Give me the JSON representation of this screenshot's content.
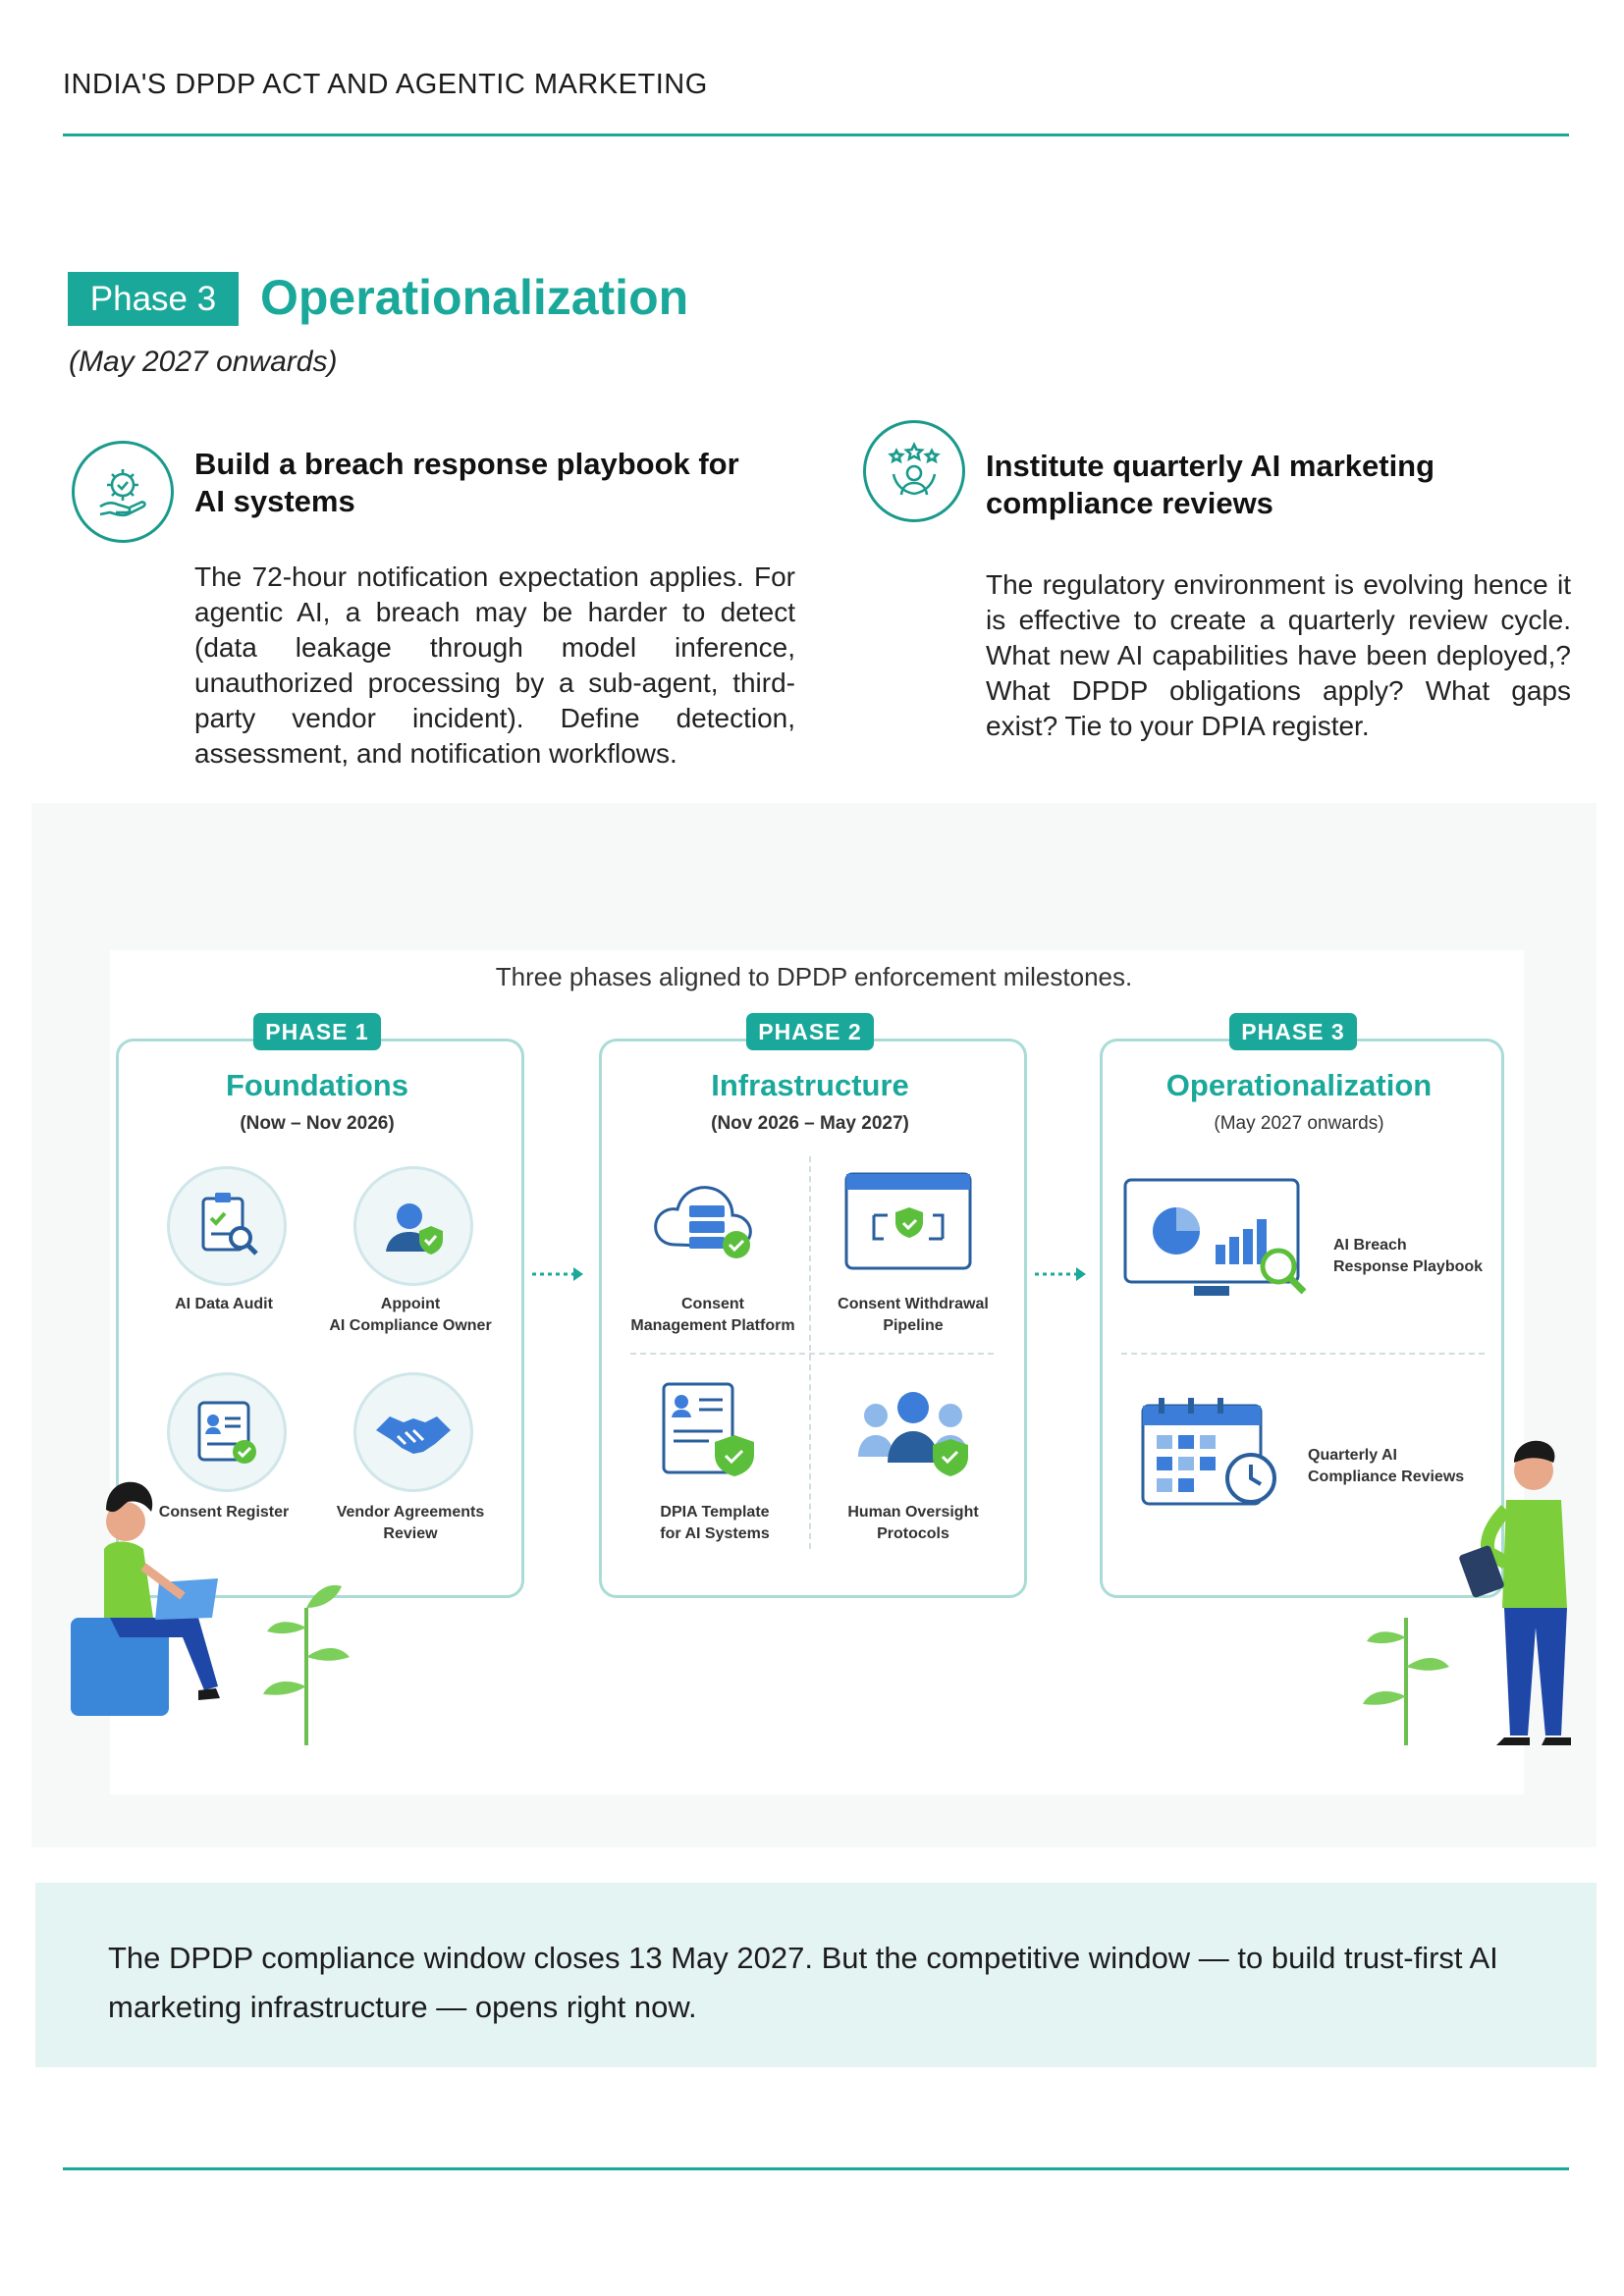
{
  "header": {
    "title": "INDIA'S DPDP ACT AND AGENTIC MARKETING"
  },
  "section": {
    "badge": "Phase 3",
    "heading": "Operationalization",
    "dates": "(May 2027 onwards)"
  },
  "cards": [
    {
      "icon": "gear-hand-icon",
      "title_line1": "Build a breach response playbook for",
      "title_line2": "AI systems",
      "body": "The 72-hour notification expectation applies. For agentic AI, a breach may be harder to detect (data leakage through model inference, unauthorized processing by a sub-agent, third-party vendor incident). Define detection, assessment, and notification workflows."
    },
    {
      "icon": "person-stars-icon",
      "title_line1": "Institute quarterly AI marketing",
      "title_line2": "compliance reviews",
      "body": "The regulatory environment is evolving hence it is effective to create a quarterly review cycle. What new AI capabilities have been deployed,? What DPDP obligations apply? What gaps exist? Tie to your DPIA register."
    }
  ],
  "figure": {
    "caption": "Three phases aligned to DPDP enforcement milestones.",
    "phases": [
      {
        "tag": "PHASE 1",
        "title": "Foundations",
        "dates": "(Now – Nov 2026)",
        "items": [
          {
            "icon": "clipboard-search-icon",
            "label1": "AI Data Audit",
            "label2": ""
          },
          {
            "icon": "user-shield-icon",
            "label1": "Appoint",
            "label2": "AI Compliance Owner"
          },
          {
            "icon": "id-card-check-icon",
            "label1": "Consent Register",
            "label2": ""
          },
          {
            "icon": "handshake-icon",
            "label1": "Vendor Agreements",
            "label2": "Review"
          }
        ]
      },
      {
        "tag": "PHASE 2",
        "title": "Infrastructure",
        "dates": "(Nov 2026 – May 2027)",
        "items": [
          {
            "icon": "cloud-server-icon",
            "label1": "Consent",
            "label2": "Management Platform"
          },
          {
            "icon": "sync-window-icon",
            "label1": "Consent Withdrawal",
            "label2": "Pipeline"
          },
          {
            "icon": "document-shield-icon",
            "label1": "DPIA Template",
            "label2": "for AI Systems"
          },
          {
            "icon": "people-shield-icon",
            "label1": "Human Oversight",
            "label2": "Protocols"
          }
        ]
      },
      {
        "tag": "PHASE 3",
        "title": "Operationalization",
        "dates": "(May 2027 onwards)",
        "items": [
          {
            "icon": "monitor-chart-icon",
            "label1": "AI Breach",
            "label2": "Response Playbook"
          },
          {
            "icon": "calendar-clock-icon",
            "label1": "Quarterly AI",
            "label2": "Compliance Reviews"
          }
        ]
      }
    ]
  },
  "callout": {
    "text": "The DPDP compliance window closes 13 May 2027. But the competitive window — to build trust-first AI marketing infrastructure — opens right now."
  },
  "colors": {
    "accent": "#1aa89a",
    "callout_bg": "#e4f4f2",
    "check_green": "#5cbf3c",
    "icon_blue": "#3b7dd8"
  }
}
